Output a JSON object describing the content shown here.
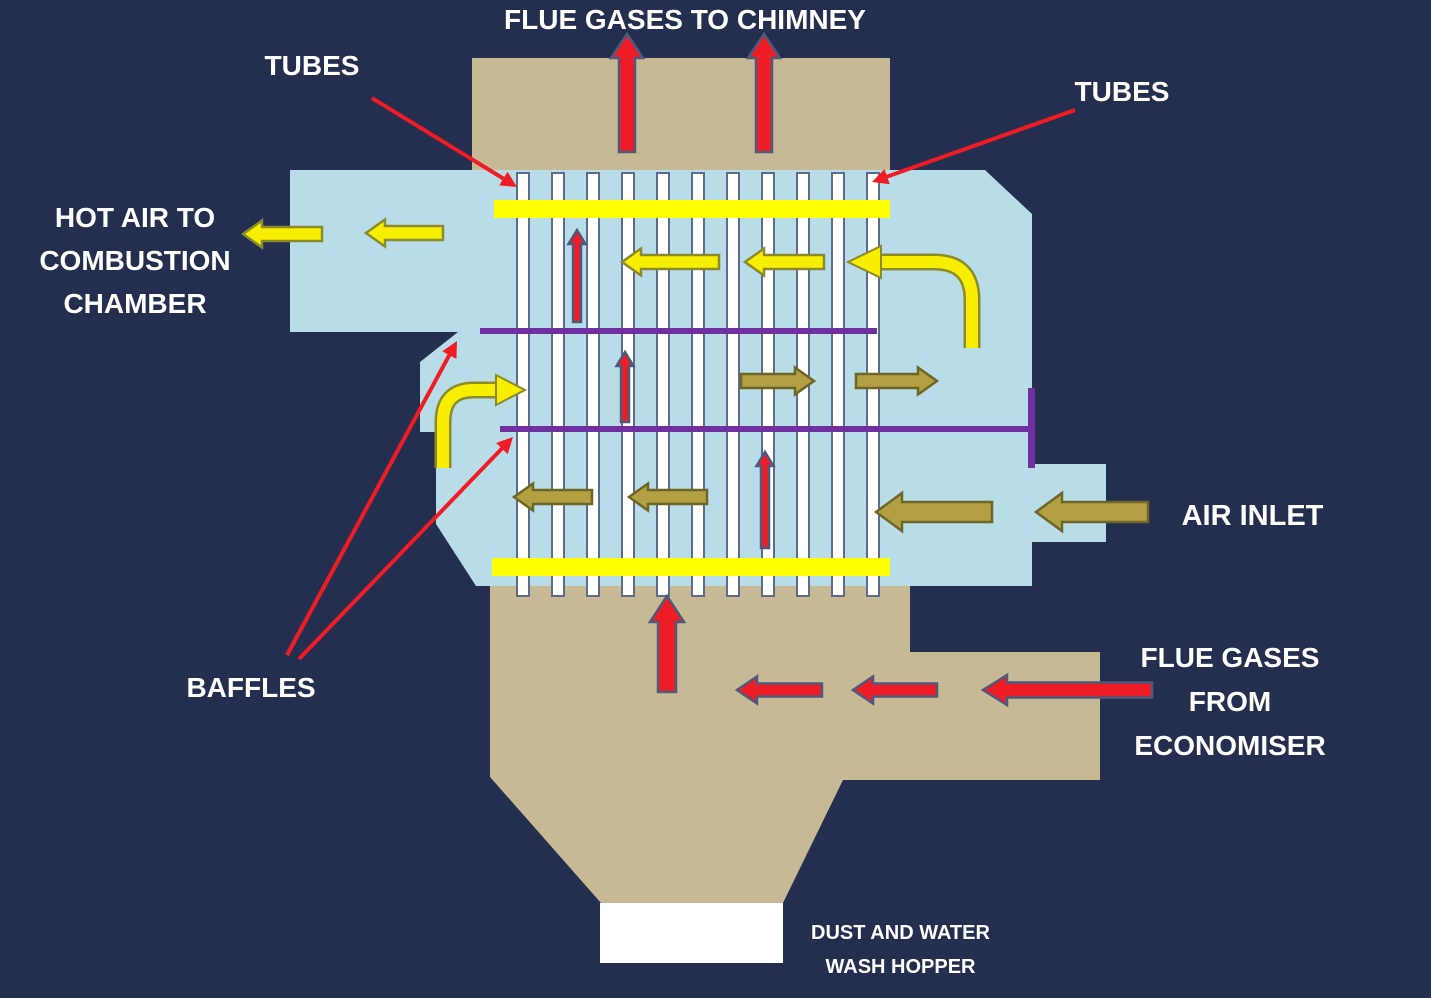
{
  "colors": {
    "background": "#242f50",
    "duct_tan": "#c6b994",
    "air_blue": "#b8dce8",
    "tube_fill": "#ffffff",
    "tube_outline": "#5d6c8e",
    "tube_sheet_yellow": "#ffff00",
    "baffle_purple": "#7030a0",
    "flue_red": "#ee1c25",
    "air_yellow": "#f8ef00",
    "air_olive": "#b3a042",
    "label_white": "#ffffff"
  },
  "icons": {
    "flue-gas-arrow": "red block arrow",
    "air-flow-arrow": "yellow block arrow",
    "air-inlet-arrow": "olive block arrow",
    "label-leader-arrow": "thin red pointer arrow"
  },
  "labels": {
    "flue_to_chimney": "FLUE GASES TO CHIMNEY",
    "tubes_left": "TUBES",
    "tubes_right": "TUBES",
    "hot_air": {
      "line1": "HOT AIR TO",
      "line2": "COMBUSTION",
      "line3": "CHAMBER"
    },
    "baffles": "BAFFLES",
    "air_inlet": "AIR INLET",
    "flue_from_economiser": {
      "line1": "FLUE GASES",
      "line2": "FROM",
      "line3": "ECONOMISER"
    },
    "hopper": {
      "line1": "DUST AND WATER",
      "line2": "WASH HOPPER"
    }
  }
}
